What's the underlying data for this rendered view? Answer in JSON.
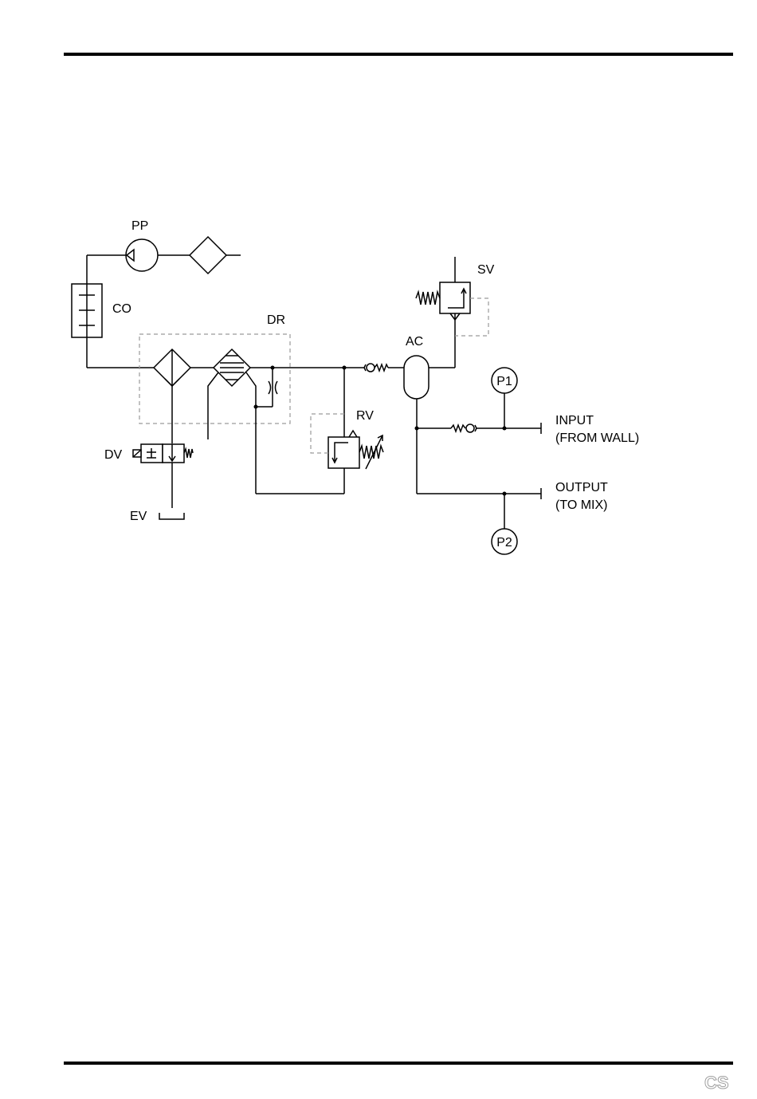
{
  "diagram": {
    "labels": {
      "pp": "PP",
      "co": "CO",
      "dr": "DR",
      "sv": "SV",
      "ac": "AC",
      "rv": "RV",
      "p1": "P1",
      "p2": "P2",
      "dv": "DV",
      "ev": "EV",
      "input_line1": "INPUT",
      "input_line2": "(FROM WALL)",
      "output_line1": "OUTPUT",
      "output_line2": "(TO MIX)"
    }
  },
  "footer": {
    "code": "CS"
  }
}
